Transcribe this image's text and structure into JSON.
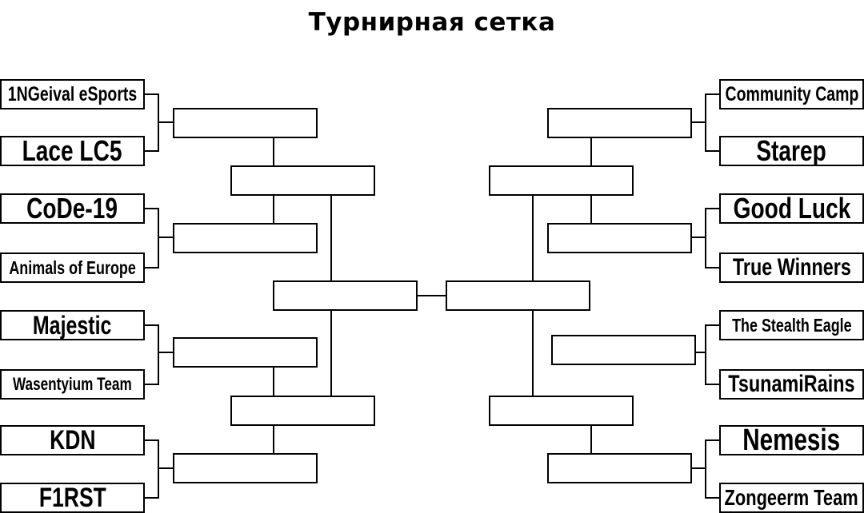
{
  "title": "Турнирная сетка",
  "left_teams": [
    "1NGeival eSports",
    "Lace LC5",
    "CoDe-19",
    "Animals of Europe",
    "Majestic",
    "Wasentyium Team",
    "KDN",
    "F1RST"
  ],
  "right_teams": [
    "Community Camp",
    "Starep",
    "Good Luck",
    "True Winners",
    "The Stealth Eagle",
    "TsunamiRains",
    "Nemesis",
    "Zongeerm Team"
  ]
}
